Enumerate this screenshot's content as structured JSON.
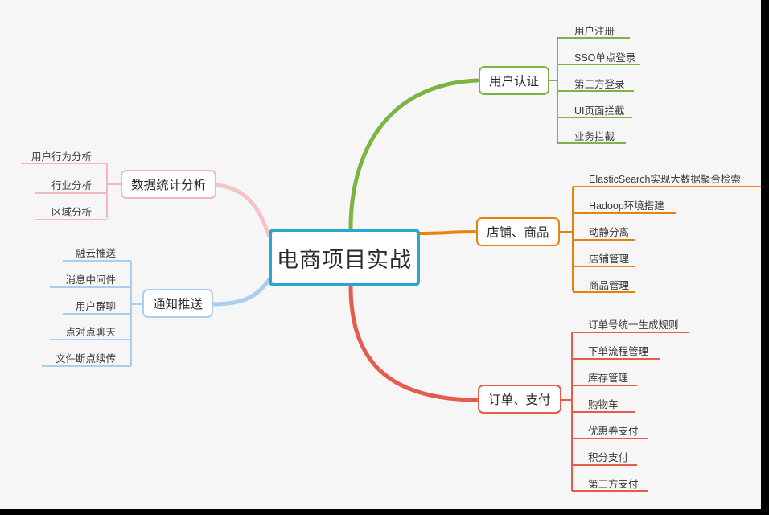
{
  "mindmap": {
    "root": {
      "label": "电商项目实战",
      "color": "#29a7d3"
    },
    "branches": [
      {
        "id": "auth",
        "label": "用户认证",
        "color": "#7cb342",
        "side": "right",
        "children": [
          "用户注册",
          "SSO单点登录",
          "第三方登录",
          "UI页面拦截",
          "业务拦截"
        ]
      },
      {
        "id": "shop",
        "label": "店铺、商品",
        "color": "#e8820c",
        "side": "right",
        "children": [
          "ElasticSearch实现大数据聚合检索",
          "Hadoop环境搭建",
          "动静分离",
          "店铺管理",
          "商品管理"
        ]
      },
      {
        "id": "order",
        "label": "订单、支付",
        "color": "#e45c4a",
        "side": "right",
        "children": [
          "订单号统一生成规则",
          "下单流程管理",
          "库存管理",
          "购物车",
          "优惠券支付",
          "积分支付",
          "第三方支付"
        ]
      },
      {
        "id": "stats",
        "label": "数据统计分析",
        "color": "#f2b8bd",
        "side": "left",
        "children": [
          "用户行为分析",
          "行业分析",
          "区域分析"
        ]
      },
      {
        "id": "notify",
        "label": "通知推送",
        "color": "#a9cff0",
        "side": "left",
        "children": [
          "融云推送",
          "消息中间件",
          "用户群聊",
          "点对点聊天",
          "文件断点续传"
        ]
      }
    ]
  }
}
